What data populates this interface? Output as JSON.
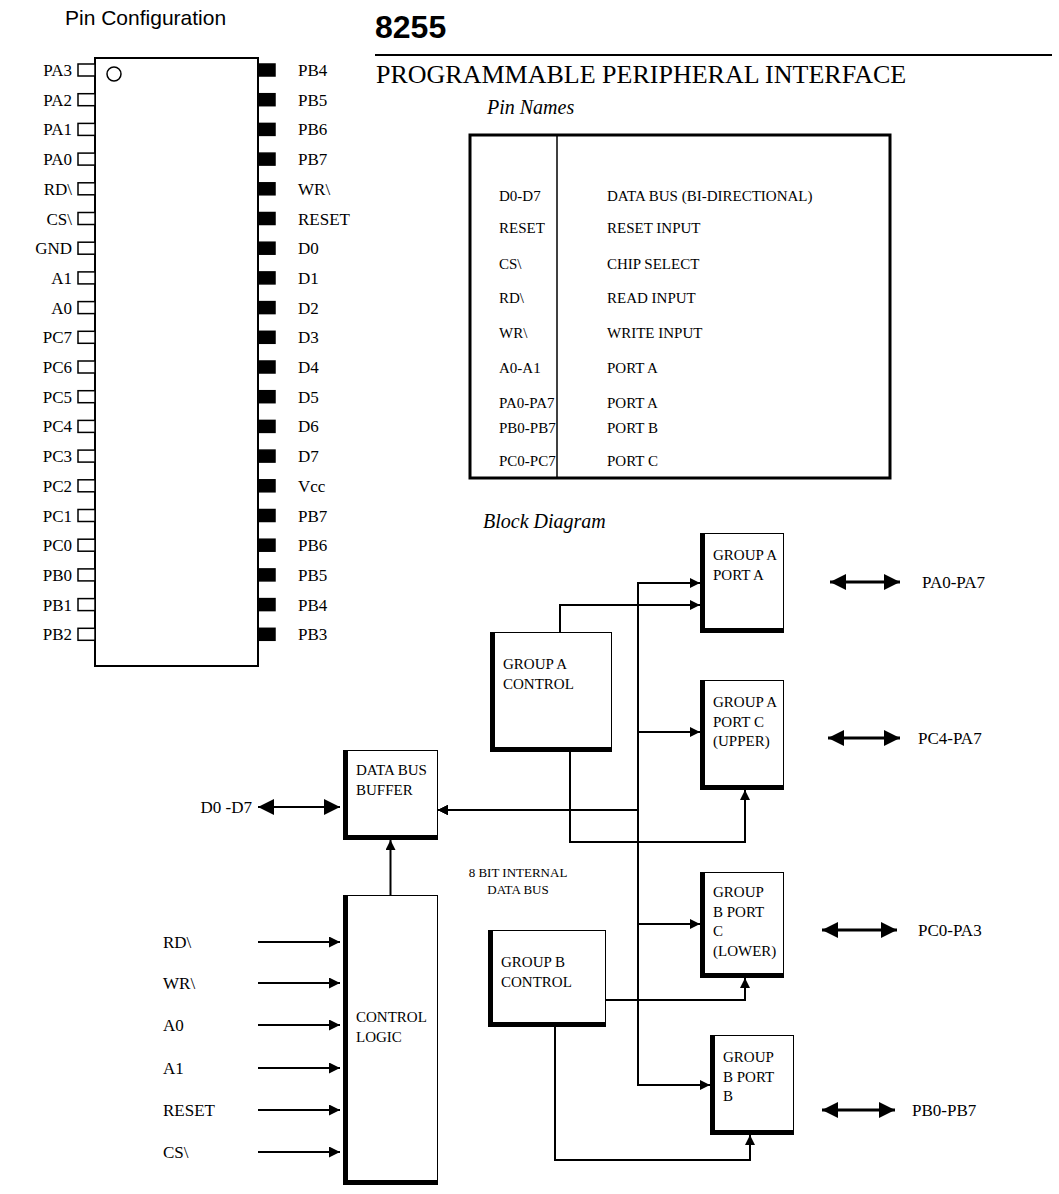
{
  "diagram": {
    "title": "8255",
    "nodes": [
      {
        "text": [
          "GROUP A PORT A"
        ]
      },
      {
        "text": [
          "GROUP A CONTROL"
        ]
      },
      {
        "text": [
          "GROUP A PORT C (UPPER)"
        ]
      },
      {
        "text": [
          "DATA BUS BUFFER"
        ]
      },
      {
        "text": [
          "GROUP B PORT C (LOWER)"
        ]
      },
      {
        "text": [
          "GROUP B CONTROL"
        ]
      },
      {
        "text": [
          "CONTROL LOGIC"
        ]
      },
      {
        "text": [
          "GROUP B PORT B"
        ]
      }
    ],
    "edges": [
      {
        "from": 1,
        "to": 0,
        "arrow": "to"
      },
      {
        "from": 1,
        "to": 2,
        "arrow": "to"
      },
      {
        "from": 3,
        "to": 0,
        "arrow": "both"
      },
      {
        "from": 3,
        "to": 2,
        "arrow": "both"
      },
      {
        "from": 3,
        "to": 4,
        "arrow": "both"
      },
      {
        "from": 3,
        "to": 7,
        "arrow": "both"
      },
      {
        "from": 6,
        "to": 3,
        "arrow": "to"
      },
      {
        "from": 5,
        "to": 4,
        "arrow": "to"
      },
      {
        "from": 5,
        "to": 7,
        "arrow": "to"
      }
    ],
    "labels": [
      "Pin Configuration",
      "PROGRAMMABLE PERIPHERAL INTERFACE",
      "PA3",
      "PA2",
      "PA1",
      "PA0",
      "RD\\",
      "CS\\",
      "GND",
      "A1",
      "A0",
      "PC7",
      "PC6",
      "PC5",
      "PC4",
      "PC3",
      "PC2",
      "PC1",
      "PC0",
      "PB0",
      "PB1",
      "PB2",
      "PB4",
      "PB5",
      "PB6",
      "PB7",
      "WR\\",
      "RESET",
      "D0",
      "D1",
      "D2",
      "D3",
      "D4",
      "D5",
      "D6",
      "D7",
      "Vcc",
      "PB7",
      "PB6",
      "PB5",
      "PB4",
      "PB3",
      "Pin Names",
      "D0-D7",
      "DATA BUS (BI-DIRECTIONAL)",
      "RESET",
      "RESET INPUT",
      "CS\\",
      "CHIP SELECT",
      "RD\\",
      "READ INPUT",
      "WR\\",
      "WRITE INPUT",
      "A0-A1",
      "PORT A",
      "PA0-PA7",
      "PORT A",
      "PB0-PB7",
      "PORT B",
      "PC0-PC7",
      "PORT C",
      "Block Diagram",
      "D0 -D7",
      "RD\\",
      "WR\\",
      "A0",
      "A1",
      "RESET",
      "CS\\",
      "8 BIT INTERNAL DATA BUS",
      "PA0-PA7",
      "PC4-PA7",
      "PC0-PA3",
      "PB0-PB7"
    ]
  }
}
